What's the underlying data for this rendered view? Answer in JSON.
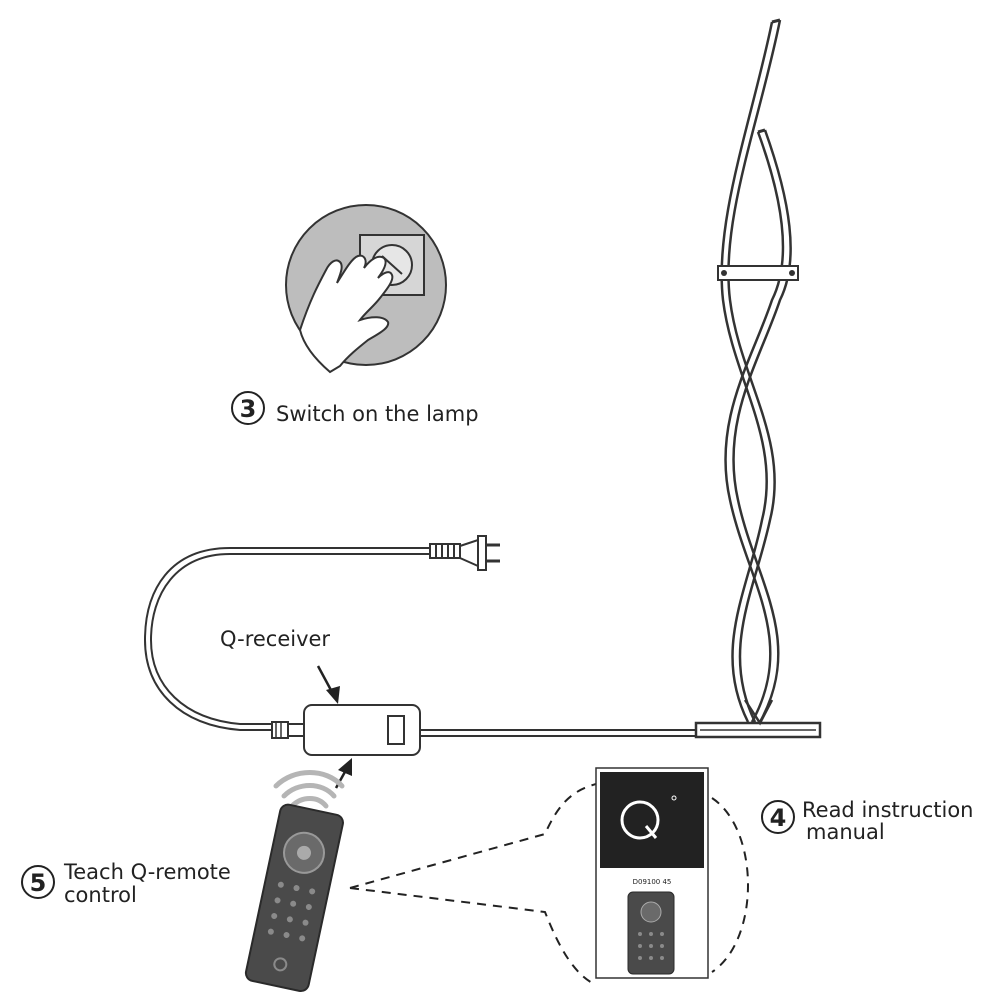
{
  "colors": {
    "ink": "#222222",
    "line": "#333333",
    "gray_fill": "#b8b8b8",
    "dark_device": "#4a4a4a",
    "booklet_dark": "#222222"
  },
  "steps": {
    "step3": {
      "number": "3",
      "text": "Switch on the lamp"
    },
    "step4": {
      "number": "4",
      "line1": "Read instruction",
      "line2": "manual"
    },
    "step5": {
      "number": "5",
      "line1": "Teach Q-remote",
      "line2": "control"
    }
  },
  "receiver": {
    "label": "Q-receiver"
  },
  "booklet": {
    "logo_letter": "Q",
    "code": "D09100 45"
  },
  "icons": [
    "hand-press-icon",
    "plug-icon",
    "signal-icon",
    "q-logo-icon",
    "arrow-icon"
  ]
}
